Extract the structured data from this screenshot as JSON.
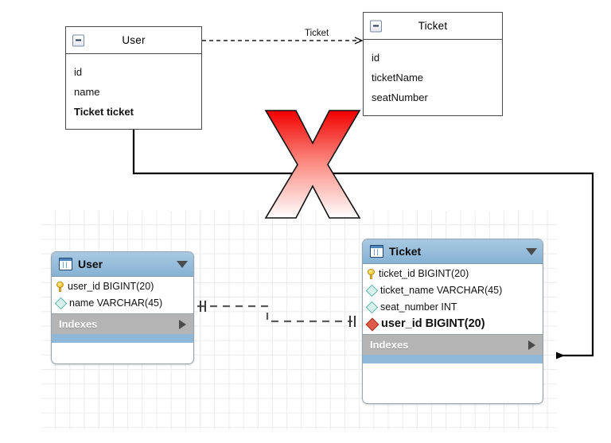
{
  "uml": {
    "user_class": {
      "title": "User",
      "collapse_icon": "minus-box-icon",
      "attributes": [
        {
          "text": "id",
          "bold": false
        },
        {
          "text": "name",
          "bold": false
        },
        {
          "text": "Ticket ticket",
          "bold": true
        }
      ]
    },
    "ticket_class": {
      "title": "Ticket",
      "collapse_icon": "minus-box-icon",
      "attributes": [
        {
          "text": "id",
          "bold": false
        },
        {
          "text": "ticketName",
          "bold": false
        },
        {
          "text": "seatNumber",
          "bold": false
        }
      ]
    },
    "association_label": "Ticket"
  },
  "annotation": {
    "cross_mark": "red-x-mark",
    "cross_color_top": "#f20000",
    "cross_color_bottom": "#ffffff"
  },
  "workbench": {
    "user_table": {
      "title": "User",
      "table_icon": "table-icon",
      "expand_icon": "caret-down-icon",
      "columns": [
        {
          "name": "user_id BIGINT(20)",
          "icon": "primary-key-icon",
          "kind": "pk"
        },
        {
          "name": "name VARCHAR(45)",
          "icon": "column-diamond-icon",
          "kind": "col"
        }
      ],
      "footer_label": "Indexes",
      "footer_icon": "caret-right-icon"
    },
    "ticket_table": {
      "title": "Ticket",
      "table_icon": "table-icon",
      "expand_icon": "caret-down-icon",
      "columns": [
        {
          "name": "ticket_id BIGINT(20)",
          "icon": "primary-key-icon",
          "kind": "pk"
        },
        {
          "name": "ticket_name VARCHAR(45)",
          "icon": "column-diamond-icon",
          "kind": "col"
        },
        {
          "name": "seat_number INT",
          "icon": "column-diamond-icon",
          "kind": "col"
        },
        {
          "name": "user_id BIGINT(20)",
          "icon": "foreign-key-icon",
          "kind": "fk"
        }
      ],
      "footer_label": "Indexes",
      "footer_icon": "caret-right-icon"
    },
    "header_color": "#8fb8d8",
    "footer_color": "#b4b4b4"
  }
}
